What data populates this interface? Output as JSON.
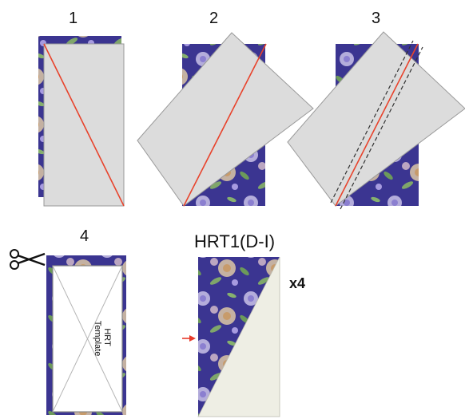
{
  "steps": [
    {
      "label": "1"
    },
    {
      "label": "2"
    },
    {
      "label": "3"
    },
    {
      "label": "4"
    }
  ],
  "result": {
    "title": "HRT1(D-I)",
    "multiplier": "x4"
  },
  "template_text": "HRT\nTemplate",
  "icons": [
    "scissors-icon",
    "red-arrow-icon"
  ],
  "colors": {
    "fabric_base": "#3b3591",
    "template_gray": "#dcdcdc",
    "seam_red": "#e8432c",
    "stitch_dash": "#333333",
    "light_tan": "#eeeee4",
    "arrow_red": "#e83a2a"
  }
}
